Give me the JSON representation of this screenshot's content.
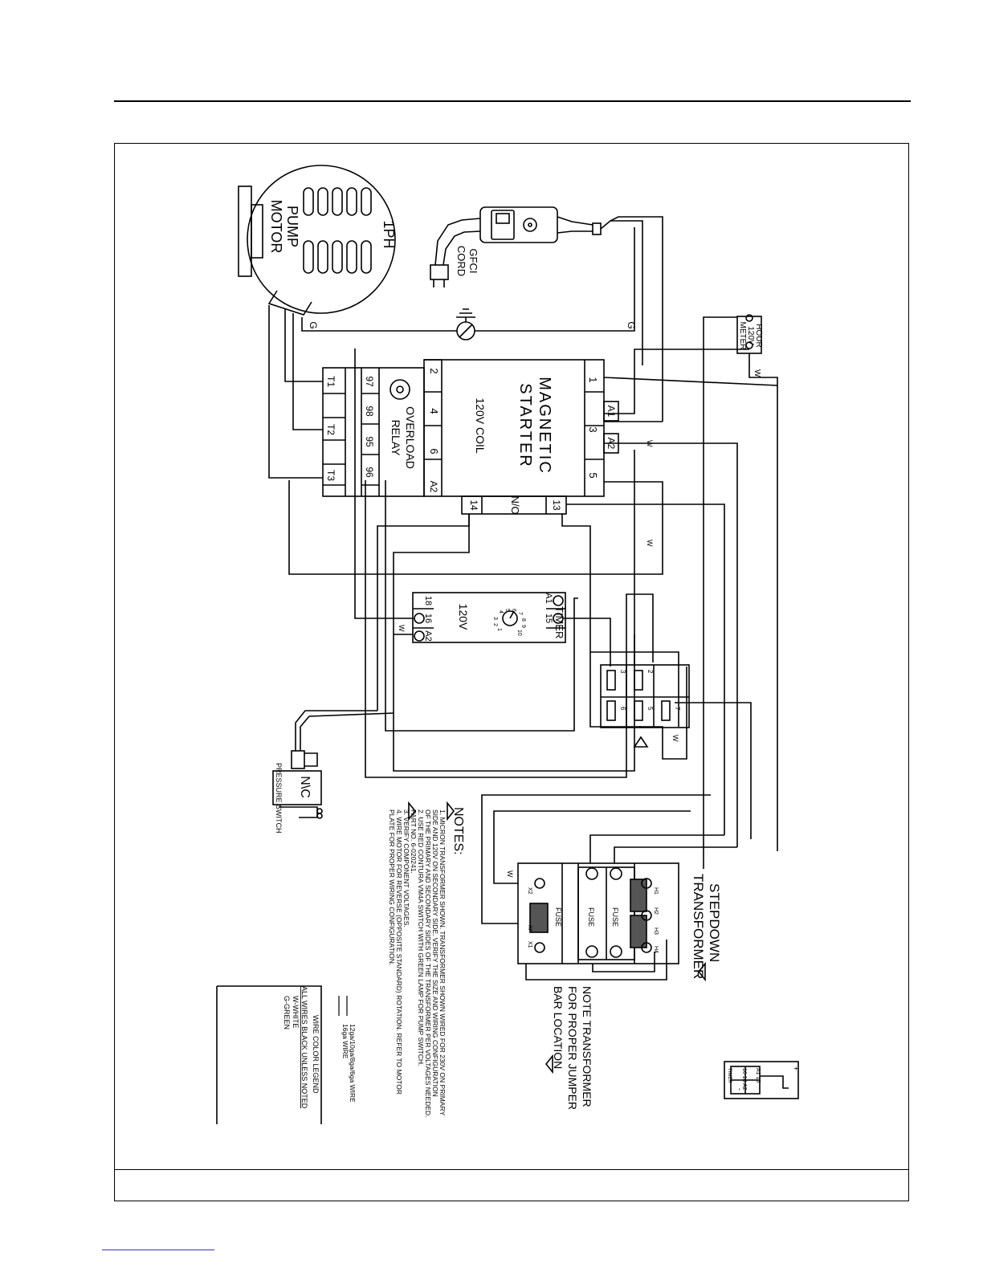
{
  "motor": {
    "line1": "1PH",
    "line2": "PUMP",
    "line3": "MOTOR"
  },
  "gfci": {
    "line1": "GFCI",
    "line2": "CORD"
  },
  "ground_labels": {
    "g_left": "G",
    "g_right": "G"
  },
  "hour_meter": {
    "line1": "HOUR",
    "line2": "120V",
    "line3": "METER"
  },
  "wire_white": "W",
  "starter": {
    "title1": "MAGNETIC",
    "title2": "STARTER",
    "coil": "120V COIL",
    "terminals_line": [
      "1",
      "3",
      "5"
    ],
    "terminals_load": [
      "2",
      "4",
      "6"
    ],
    "coil_a1": "A1",
    "coil_a2": "A2",
    "coil_a2_left": "A2",
    "aux_no": "N/O",
    "aux_13": "13",
    "aux_14": "14"
  },
  "overload": {
    "line1": "OVERLOAD",
    "line2": "RELAY",
    "terms": [
      "97",
      "98",
      "95",
      "96"
    ],
    "outputs": [
      "T1",
      "T2",
      "T3"
    ]
  },
  "timer": {
    "name": "TIMER",
    "voltage": "120V",
    "top_terms": [
      "A1",
      "15"
    ],
    "bottom_terms": [
      "18",
      "16",
      "A2"
    ],
    "dial": [
      "1",
      "2",
      "3",
      "4",
      "5",
      "6",
      "7",
      "8",
      "9",
      "10"
    ]
  },
  "switch_block": {
    "terms": [
      "2",
      "3",
      "5",
      "6",
      "7"
    ]
  },
  "pressure_switch": {
    "label": "PRESSURE SWITCH",
    "contact": "N\\C"
  },
  "notes": {
    "title": "NOTES:",
    "items": [
      "1. MICRON TRANSFORMER SHOWN. TRANSFORMER SHOWN WIRED FOR 230V ON PRIMARY",
      "   SIDE AND 120V ON SECONDARY SIDE. VERIFY THE SIZE AND WIRING CONFIGURATION",
      "   OF THE PRIMARY AND SECONDARY SIDES OF THE TRANSFORMER PER VOLTAGES NEEDED.",
      "2. USE RED CONTURA VM4A SWITCH WITH GREEN LAMP FOR PUMP SWITCH.",
      "   PART NO. 6-020241.",
      "3. VERIFY COMPONENT VOLTAGES.",
      "4. WIRE MOTOR FOR REVERSE (OPPOSITE STANDARD) ROTATION. REFER TO MOTOR",
      "   PLATE FOR PROPER WIRING CONFIGURATION."
    ]
  },
  "legend": {
    "gauge1": "12ga/10ga/8ga/6ga WIRE",
    "gauge2": "16ga WIRE",
    "title": "WIRE COLOR LEGEND",
    "all_black": "ALL WIRES BLACK UNLESS NOTED",
    "white": "W-WHITE",
    "green": "G-GREEN"
  },
  "transformer": {
    "line1": "STEPDOWN",
    "line2": "TRANSFORMER",
    "fuse": "FUSE",
    "primary": [
      "H1",
      "H2",
      "H3",
      "H4"
    ],
    "secondary": [
      "X2",
      "XF",
      "X1"
    ]
  },
  "transformer_note": {
    "line1": "NOTE TRANSFORMER",
    "line2": "FOR PROPER JUMPER",
    "line3": "BAR LOCATION"
  },
  "timer_inset": {
    "plus": "+",
    "minus": "-",
    "label": "TIMER",
    "top": "A1 15",
    "bottom": "16 18 A2"
  }
}
